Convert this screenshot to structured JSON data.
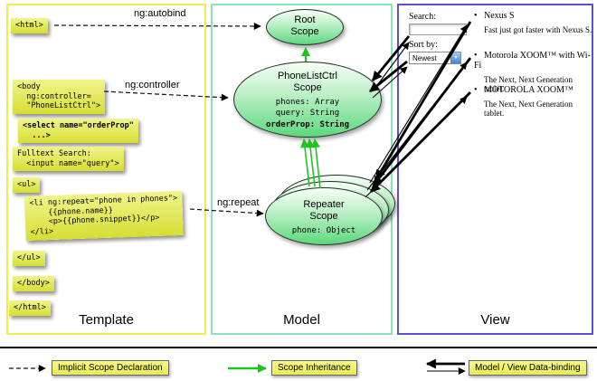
{
  "panels": {
    "template_label": "Template",
    "model_label": "Model",
    "view_label": "View"
  },
  "code": {
    "html_open": "<html>",
    "body_open": "<body\n  ng:controller=\n  \"PhoneListCtrl\">",
    "select_orderprop": "<select name=\"orderProp\"\n  ...>",
    "fulltext_search": "Fulltext Search:\n  <input name=\"query\">",
    "ul_open": "<ul>",
    "li_repeat": "<li ng:repeat=\"phone in phones\">\n    {{phone.name}}\n    <p>{{phone.snippet}}</p>\n</li>",
    "ul_close": "</ul>",
    "body_close": "</body>",
    "html_close": "</html>"
  },
  "arrows": {
    "autobind_label": "ng:autobind",
    "controller_label": "ng:controller",
    "repeat_label": "ng:repeat"
  },
  "model": {
    "root_scope_title": "Root\nScope",
    "phonelist_title": "PhoneListCtrl\nScope",
    "phonelist_props": "phones: Array\nquery: String",
    "phonelist_prop_bold": "orderProp: String",
    "repeater_title": "Repeater\nScope",
    "repeater_prop": "phone: Object"
  },
  "view": {
    "search_label": "Search:",
    "sort_label": "Sort by:",
    "sort_value": "Newest",
    "items": [
      {
        "bullet": "•",
        "title": "Nexus S",
        "desc": "Fast just got faster with Nexus S."
      },
      {
        "bullet": "•",
        "title": "Motorola XOOM™ with Wi-Fi",
        "desc": "The Next, Next Generation tablet."
      },
      {
        "bullet": "•",
        "title": "MOTOROLA XOOM™",
        "desc": "The Next, Next Generation tablet."
      }
    ]
  },
  "legend": {
    "implicit_label": "Implicit Scope Declaration",
    "inheritance_label": "Scope Inheritance",
    "binding_label": "Model / View Data-binding"
  },
  "colors": {
    "template_border": "#f0ee4a",
    "model_border": "#82e8bc",
    "view_border": "#5b4fd4",
    "code_highlight": "#d6de33",
    "scope_green": "#5cd87c",
    "inheritance_green": "#1ec41e"
  }
}
